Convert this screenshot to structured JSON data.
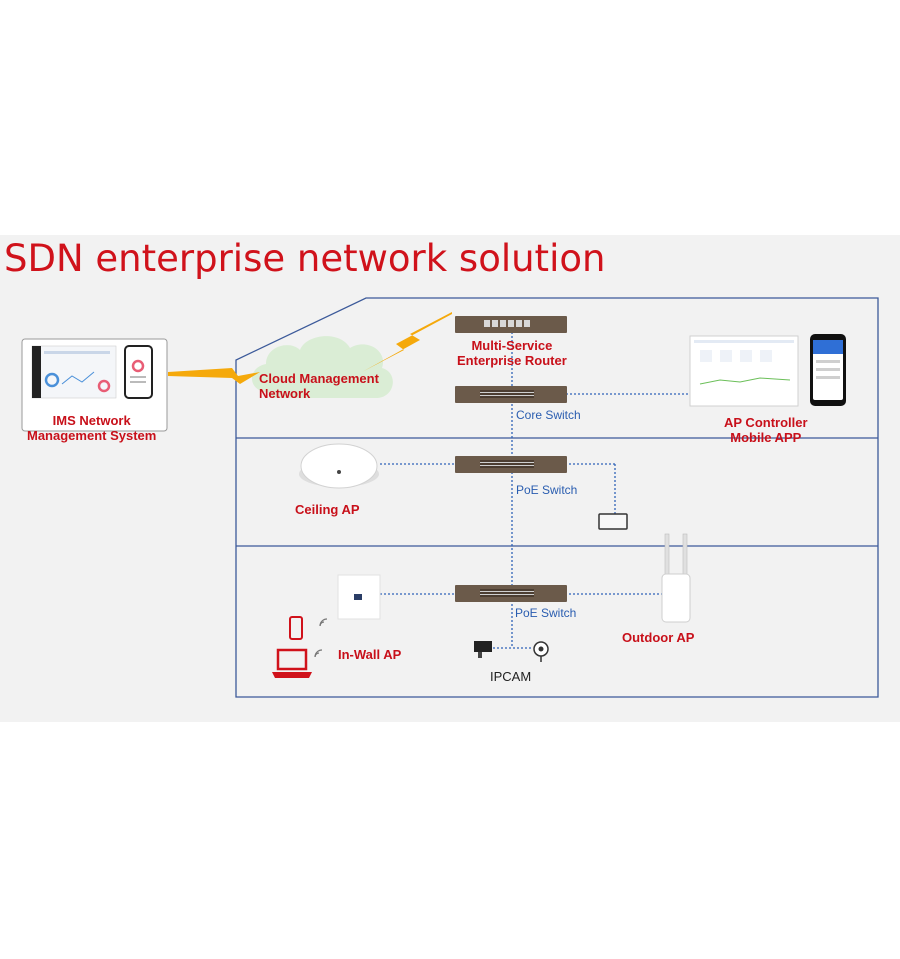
{
  "title": "SDN enterprise network solution",
  "labels": {
    "ims": "IMS Network\nManagement System",
    "cloud": "Cloud Management\nNetwork",
    "router": "Multi-Service\nEnterprise Router",
    "core_switch": "Core Switch",
    "ap_controller": "AP Controller\nMobile APP",
    "poe_switch_1": "PoE Switch",
    "ceiling_ap": "Ceiling AP",
    "poe_switch_2": "PoE Switch",
    "in_wall_ap": "In-Wall AP",
    "outdoor_ap": "Outdoor AP",
    "ipcam": "IPCAM"
  },
  "colors": {
    "label_red": "#c8101a",
    "label_blue": "#2a5db0",
    "frame": "#3c5a9a",
    "link": "#2f63b8",
    "lightning": "#f5a90b",
    "cloud": "#d7ecd2",
    "switch_body": "#6b5a4a",
    "device_red": "#d0121b"
  }
}
